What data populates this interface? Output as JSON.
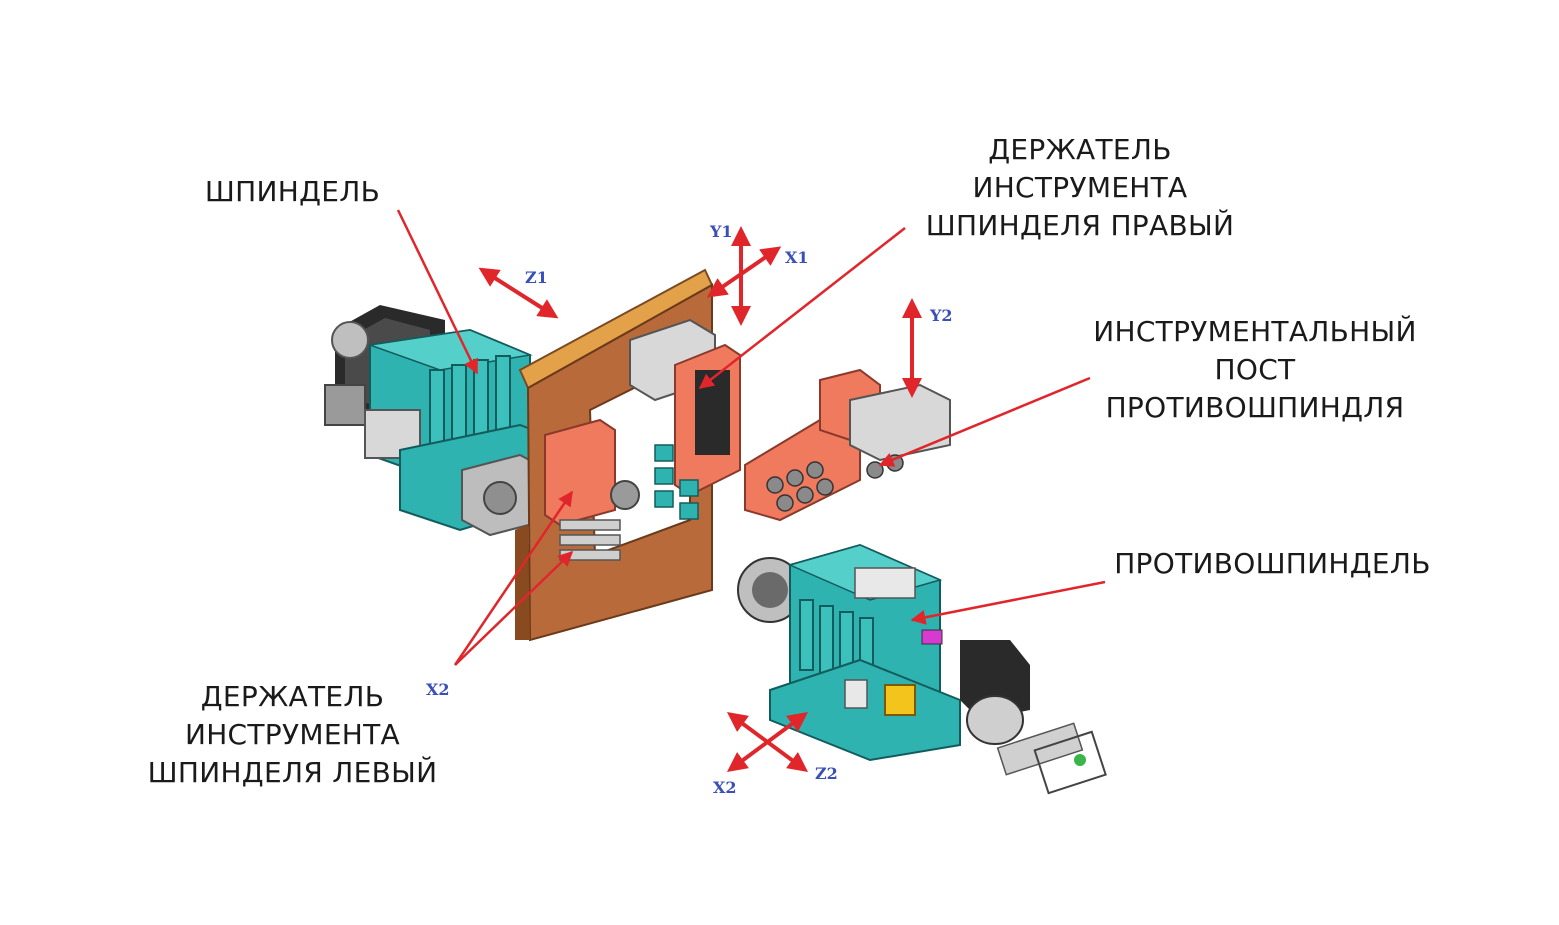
{
  "labels": {
    "spindle": "ШПИНДЕЛЬ",
    "right_holder": [
      "ДЕРЖАТЕЛЬ",
      "ИНСТРУМЕНТА",
      "ШПИНДЕЛЯ ПРАВЫЙ"
    ],
    "tool_post": [
      "ИНСТРУМЕНТАЛЬНЫЙ",
      "ПОСТ",
      "ПРОТИВОШПИНДЛЯ"
    ],
    "counter_spindle": "ПРОТИВОШПИНДЕЛЬ",
    "left_holder": [
      "ДЕРЖАТЕЛЬ",
      "ИНСТРУМЕНТА",
      "ШПИНДЕЛЯ ЛЕВЫЙ"
    ]
  },
  "axes": {
    "y1": "Y1",
    "x1": "X1",
    "z1": "Z1",
    "y2": "Y2",
    "x2_upper": "X2",
    "x2_lower": "X2",
    "z2": "Z2"
  },
  "colors": {
    "arrow": "#e0262b",
    "leader": "#e0262b",
    "machine_teal": "#2fb3b0",
    "machine_teal_dark": "#1d7f80",
    "frame_brown": "#b86a3a",
    "frame_top": "#e3a24a",
    "holder_salmon": "#f07a5e",
    "axis_text": "#3a4fb8"
  }
}
